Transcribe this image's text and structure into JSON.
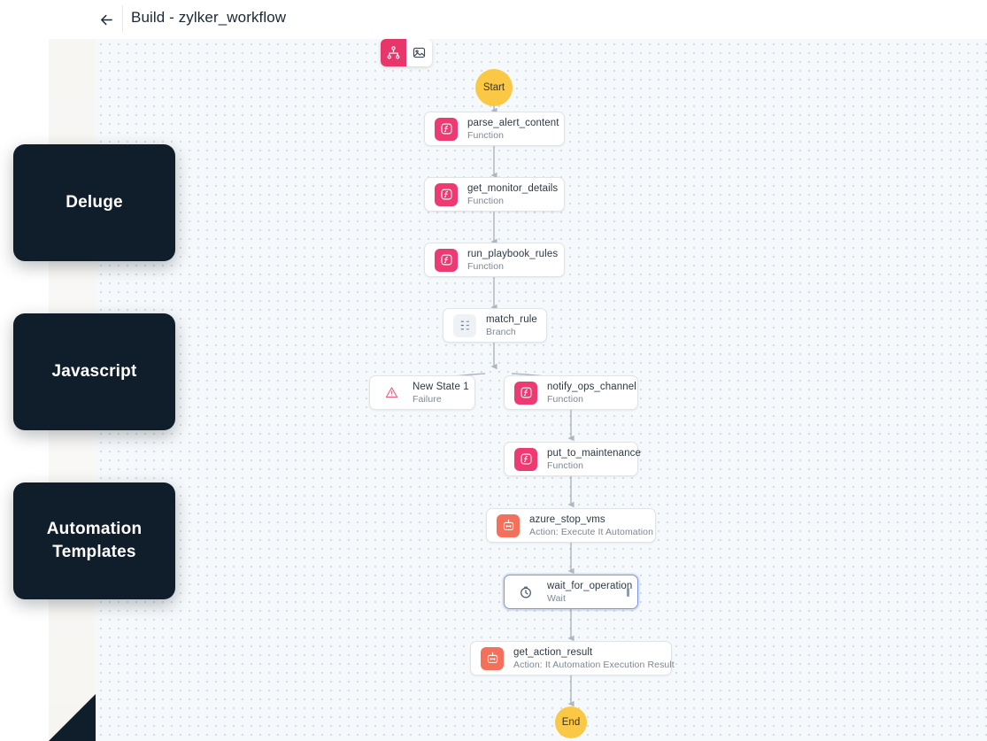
{
  "header": {
    "back_icon": "arrow-left-icon",
    "title": "Build - zylker_workflow"
  },
  "toolbar": {
    "buttons": [
      {
        "name": "flowchart-view",
        "icon": "hierarchy-icon",
        "active": true
      },
      {
        "name": "snapshot-view",
        "icon": "image-icon",
        "active": false
      }
    ]
  },
  "canvas": {
    "grid": "dot-grid",
    "background_color": "#f6f9fb",
    "dot_color": "#d3dae1",
    "accent_colors": {
      "function": "#ee3a72",
      "action": "#f4705a",
      "branch": "#eef1f6",
      "failure": "#e9607c",
      "terminal": "#fbc845",
      "selected_border": "#7e9ad6",
      "edge": "#aeb8c2"
    }
  },
  "nodes": [
    {
      "id": "start",
      "title": "Start",
      "subtitle": "",
      "type": "terminal",
      "icon": ""
    },
    {
      "id": "parse_alert",
      "title": "parse_alert_content",
      "subtitle": "Function",
      "type": "function",
      "icon": "function-icon"
    },
    {
      "id": "get_monitor",
      "title": "get_monitor_details",
      "subtitle": "Function",
      "type": "function",
      "icon": "function-icon"
    },
    {
      "id": "run_playbook",
      "title": "run_playbook_rules",
      "subtitle": "Function",
      "type": "function",
      "icon": "function-icon"
    },
    {
      "id": "match_rule",
      "title": "match_rule",
      "subtitle": "Branch",
      "type": "branch",
      "icon": "branch-list-icon"
    },
    {
      "id": "new_state_1",
      "title": "New State 1",
      "subtitle": "Failure",
      "type": "failure",
      "icon": "warning-triangle-icon"
    },
    {
      "id": "notify_ops",
      "title": "notify_ops_channel",
      "subtitle": "Function",
      "type": "function",
      "icon": "function-icon"
    },
    {
      "id": "put_maintenance",
      "title": "put_to_maintenance",
      "subtitle": "Function",
      "type": "function",
      "icon": "function-icon"
    },
    {
      "id": "azure_stop_vms",
      "title": "azure_stop_vms",
      "subtitle": "Action: Execute It Automation",
      "type": "action",
      "icon": "robot-action-icon"
    },
    {
      "id": "wait_for_operation",
      "title": "wait_for_operation",
      "subtitle": "Wait",
      "type": "wait",
      "icon": "clock-icon",
      "selected": true,
      "menu": "more-options-icon"
    },
    {
      "id": "get_action_result",
      "title": "get_action_result",
      "subtitle": "Action: It Automation Execution Result",
      "type": "action",
      "icon": "robot-action-icon"
    },
    {
      "id": "end",
      "title": "End",
      "subtitle": "",
      "type": "terminal",
      "icon": ""
    }
  ],
  "overlay_cards": [
    {
      "id": "deluge",
      "label": "Deluge"
    },
    {
      "id": "javascript",
      "label": "Javascript"
    },
    {
      "id": "automation-templates",
      "label": "Automation\nTemplates"
    }
  ]
}
